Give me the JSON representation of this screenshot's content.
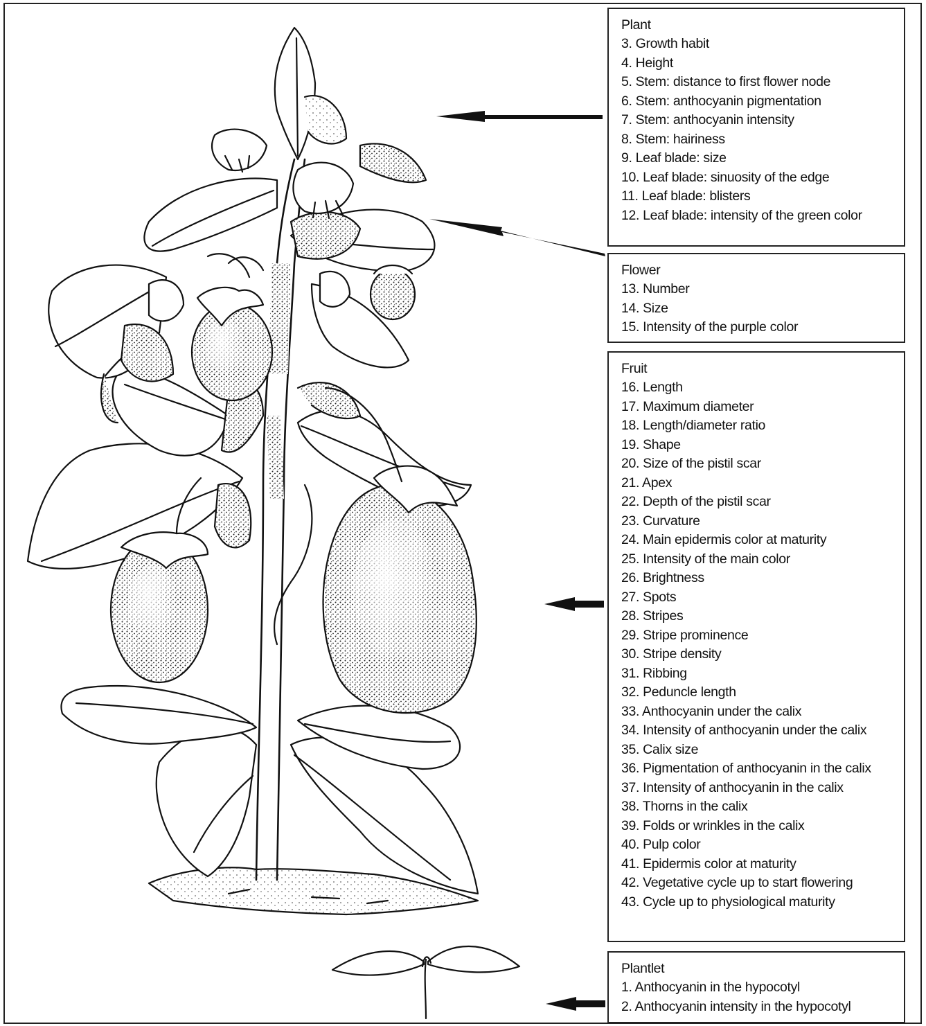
{
  "categories": [
    {
      "title": "Plant",
      "items": [
        "3. Growth habit",
        "4. Height",
        "5. Stem: distance to first flower node",
        "6. Stem: anthocyanin pigmentation",
        "7. Stem: anthocyanin intensity",
        "8. Stem: hairiness",
        "9. Leaf blade: size",
        "10. Leaf blade: sinuosity of the edge",
        "11. Leaf blade: blisters",
        "12. Leaf blade: intensity of the green color"
      ]
    },
    {
      "title": "Flower",
      "items": [
        "13. Number",
        "14. Size",
        "15. Intensity of the purple color"
      ]
    },
    {
      "title": "Fruit",
      "items": [
        "16. Length",
        "17. Maximum diameter",
        "18. Length/diameter ratio",
        "19. Shape",
        "20. Size of the pistil scar",
        "21. Apex",
        "22. Depth of the pistil scar",
        "23. Curvature",
        "24. Main epidermis color at maturity",
        "25. Intensity of the main color",
        "26. Brightness",
        "27. Spots",
        "28. Stripes",
        "29. Stripe prominence",
        "30. Stripe density",
        "31. Ribbing",
        "32. Peduncle length",
        "33. Anthocyanin under the calix",
        "34. Intensity of anthocyanin under the calix",
        "35. Calix size",
        "36. Pigmentation of anthocyanin in the calix",
        "37. Intensity of anthocyanin in the calix",
        "38. Thorns in the calix",
        "39. Folds or wrinkles in the calix",
        "40. Pulp color",
        "41. Epidermis color at maturity",
        "42. Vegetative cycle up to start flowering",
        "43. Cycle up to physiological maturity"
      ]
    },
    {
      "title": "Plantlet",
      "items": [
        "1. Anthocyanin in the hypocotyl",
        "2. Anthocyanin intensity in the hypocotyl"
      ]
    }
  ]
}
